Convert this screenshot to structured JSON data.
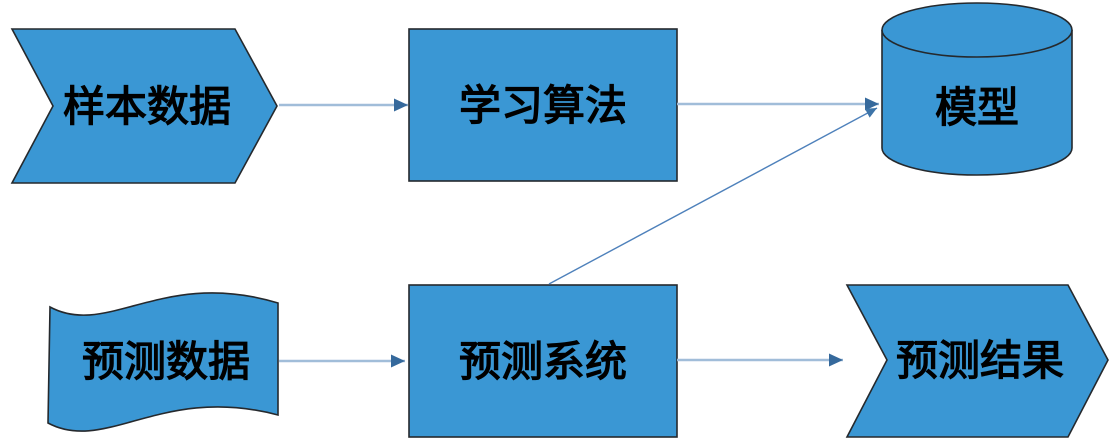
{
  "diagram": {
    "type": "flowchart",
    "background": "#ffffff",
    "nodes": [
      {
        "id": "sample-data",
        "shape": "chevron",
        "label": "样本数据"
      },
      {
        "id": "learning-algorithm",
        "shape": "rectangle",
        "label": "学习算法"
      },
      {
        "id": "model",
        "shape": "cylinder",
        "label": "模型"
      },
      {
        "id": "prediction-data",
        "shape": "wave",
        "label": "预测数据"
      },
      {
        "id": "prediction-system",
        "shape": "rectangle",
        "label": "预测系统"
      },
      {
        "id": "prediction-result",
        "shape": "chevron",
        "label": "预测结果"
      }
    ],
    "edges": [
      {
        "from": "sample-data",
        "to": "learning-algorithm",
        "style": "light-thick-arrow"
      },
      {
        "from": "learning-algorithm",
        "to": "model",
        "style": "light-thick-arrow"
      },
      {
        "from": "prediction-data",
        "to": "prediction-system",
        "style": "light-thick-arrow"
      },
      {
        "from": "prediction-system",
        "to": "prediction-result",
        "style": "light-thick-arrow"
      },
      {
        "from": "prediction-system",
        "to": "model",
        "style": "thin-diagonal-arrow"
      }
    ],
    "colors": {
      "node_fill": "#3A97D4",
      "node_outline": "#25292D",
      "connector_line": "#A1BDD9",
      "connector_arrowhead": "#35699C",
      "diagonal_connector_line": "#4E81BB",
      "diagonal_connector_arrowhead": "#3D74A8",
      "label_text": "#000000"
    }
  }
}
